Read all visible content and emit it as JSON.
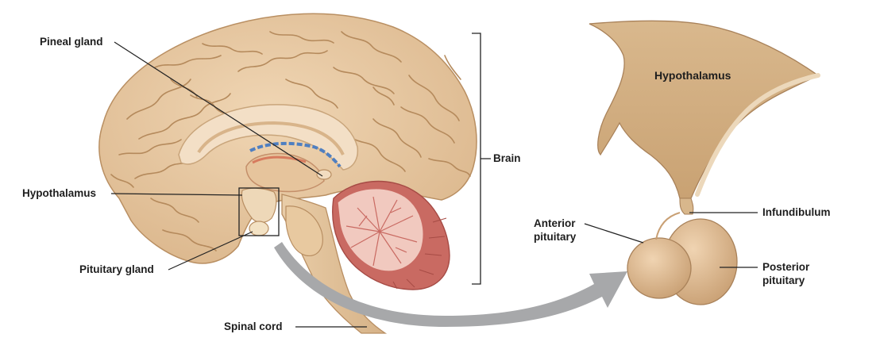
{
  "labels": {
    "pineal_gland": "Pineal gland",
    "hypothalamus": "Hypothalamus",
    "pituitary_gland": "Pituitary gland",
    "spinal_cord": "Spinal cord",
    "brain": "Brain",
    "hypothalamus_inset": "Hypothalamus",
    "anterior_pituitary_line1": "Anterior",
    "anterior_pituitary_line2": "pituitary",
    "infundibulum": "Infundibulum",
    "posterior_pituitary_line1": "Posterior",
    "posterior_pituitary_line2": "pituitary"
  },
  "colors": {
    "tissue": "#e3c29b",
    "tissue_dark": "#b88e62",
    "tissue_light": "#f2dcc0",
    "cerebellum": "#c96a62",
    "cerebellum_light": "#f1c9bf",
    "arrow": "#a7a8aa",
    "callosum_blue": "#4f7fc1",
    "line": "#222222"
  }
}
